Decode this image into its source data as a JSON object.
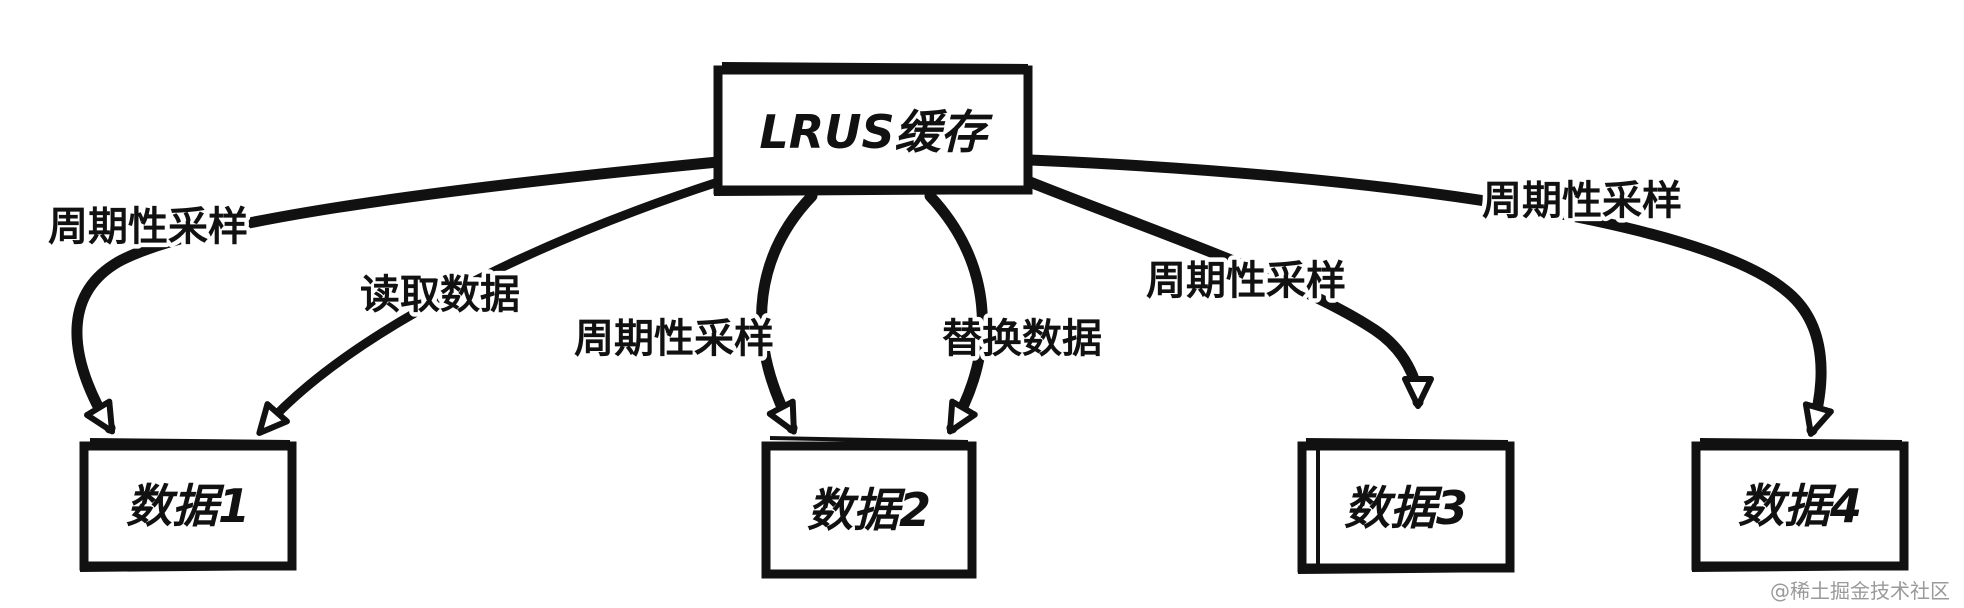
{
  "nodes": {
    "cache": "LRUS缓存",
    "data1": "数据1",
    "data2": "数据2",
    "data3": "数据3",
    "data4": "数据4"
  },
  "edges": {
    "sample_left": "周期性采样",
    "read": "读取数据",
    "sample_mid": "周期性采样",
    "replace": "替换数据",
    "sample_right": "周期性采样",
    "sample_far_right": "周期性采样"
  },
  "watermark": "@稀土掘金技术社区",
  "colors": {
    "ink": "#111111",
    "background": "#ffffff",
    "watermark": "#9a9a9a"
  }
}
